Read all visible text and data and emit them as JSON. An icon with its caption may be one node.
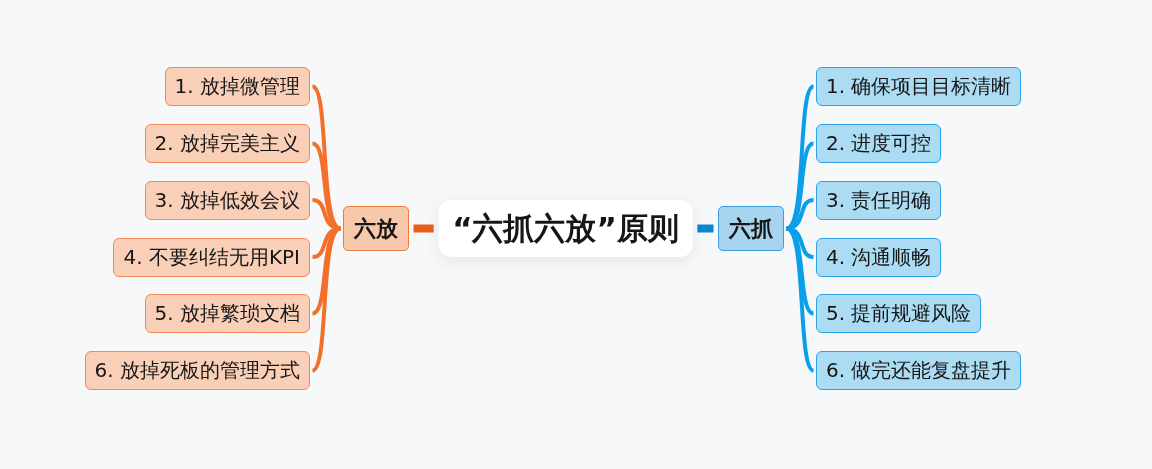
{
  "diagram": {
    "nodes": [
      {
        "text": [
          "“六抓六放”原则"
        ]
      },
      {
        "text": [
          "六放"
        ]
      },
      {
        "text": [
          "1. 放掉微管理"
        ]
      },
      {
        "text": [
          "2. 放掉完美主义"
        ]
      },
      {
        "text": [
          "3. 放掉低效会议"
        ]
      },
      {
        "text": [
          "4. 不要纠结无用KPI"
        ]
      },
      {
        "text": [
          "5. 放掉繁琐文档"
        ]
      },
      {
        "text": [
          "6. 放掉死板的管理方式"
        ]
      },
      {
        "text": [
          "六抓"
        ]
      },
      {
        "text": [
          "1. 确保项目目标清晰"
        ]
      },
      {
        "text": [
          "2. 进度可控"
        ]
      },
      {
        "text": [
          "3. 责任明确"
        ]
      },
      {
        "text": [
          "4. 沟通顺畅"
        ]
      },
      {
        "text": [
          "5. 提前规避风险"
        ]
      },
      {
        "text": [
          "6. 做完还能复盘提升"
        ]
      }
    ],
    "edges": [
      {
        "from": 0,
        "to": 1,
        "arrow": "none",
        "style": "thick",
        "color": "#e85f1a"
      },
      {
        "from": 0,
        "to": 8,
        "arrow": "none",
        "style": "thick",
        "color": "#0a87cc"
      },
      {
        "from": 1,
        "to": 2,
        "arrow": "none",
        "color": "#f3702c"
      },
      {
        "from": 1,
        "to": 3,
        "arrow": "none",
        "color": "#f3702c"
      },
      {
        "from": 1,
        "to": 4,
        "arrow": "none",
        "color": "#f3702c"
      },
      {
        "from": 1,
        "to": 5,
        "arrow": "none",
        "color": "#f3702c"
      },
      {
        "from": 1,
        "to": 6,
        "arrow": "none",
        "color": "#f3702c"
      },
      {
        "from": 1,
        "to": 7,
        "arrow": "none",
        "color": "#f3702c"
      },
      {
        "from": 8,
        "to": 9,
        "arrow": "none",
        "color": "#0b9ee9"
      },
      {
        "from": 8,
        "to": 10,
        "arrow": "none",
        "color": "#0b9ee9"
      },
      {
        "from": 8,
        "to": 11,
        "arrow": "none",
        "color": "#0b9ee9"
      },
      {
        "from": 8,
        "to": 12,
        "arrow": "none",
        "color": "#0b9ee9"
      },
      {
        "from": 8,
        "to": 13,
        "arrow": "none",
        "color": "#0b9ee9"
      },
      {
        "from": 8,
        "to": 14,
        "arrow": "none",
        "color": "#0b9ee9"
      }
    ]
  }
}
